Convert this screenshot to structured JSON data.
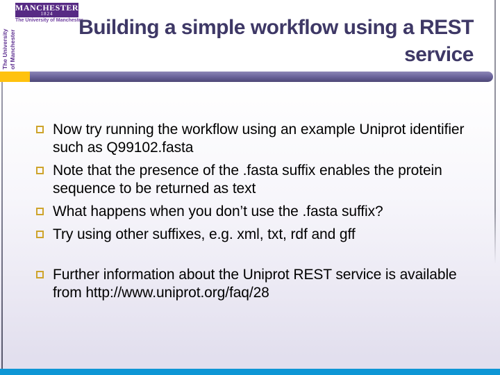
{
  "slide": {
    "logo": {
      "wordmark": "MANCHESTER",
      "year": "1824",
      "subtext": "The University of Manchester",
      "vertical_line1": "The University",
      "vertical_line2": "of Manchester",
      "box_color": "#572A84"
    },
    "title": {
      "line1": "Building a simple workflow using a REST",
      "line2": "service",
      "color": "#3E3866"
    },
    "bullets": [
      "Now try running the workflow using an example Uniprot identifier such as Q99102.fasta",
      "Note that the presence of the .fasta suffix enables the protein sequence to be returned as text",
      "What happens when you don’t use the .fasta suffix?",
      "Try using other suffixes, e.g. xml, txt, rdf and gff",
      "Further information about the Uniprot REST service is available from http://www.uniprot.org/faq/28"
    ],
    "colors": {
      "accent_yellow": "#FFC20E",
      "divider_bar_top": "#8d87b6",
      "divider_bar_bottom": "#4d4777",
      "bottom_bar_blue": "#0E96D5",
      "bullet_square_gold": "#CEA42B",
      "content_bg_bottom": "#e2dfee"
    }
  }
}
